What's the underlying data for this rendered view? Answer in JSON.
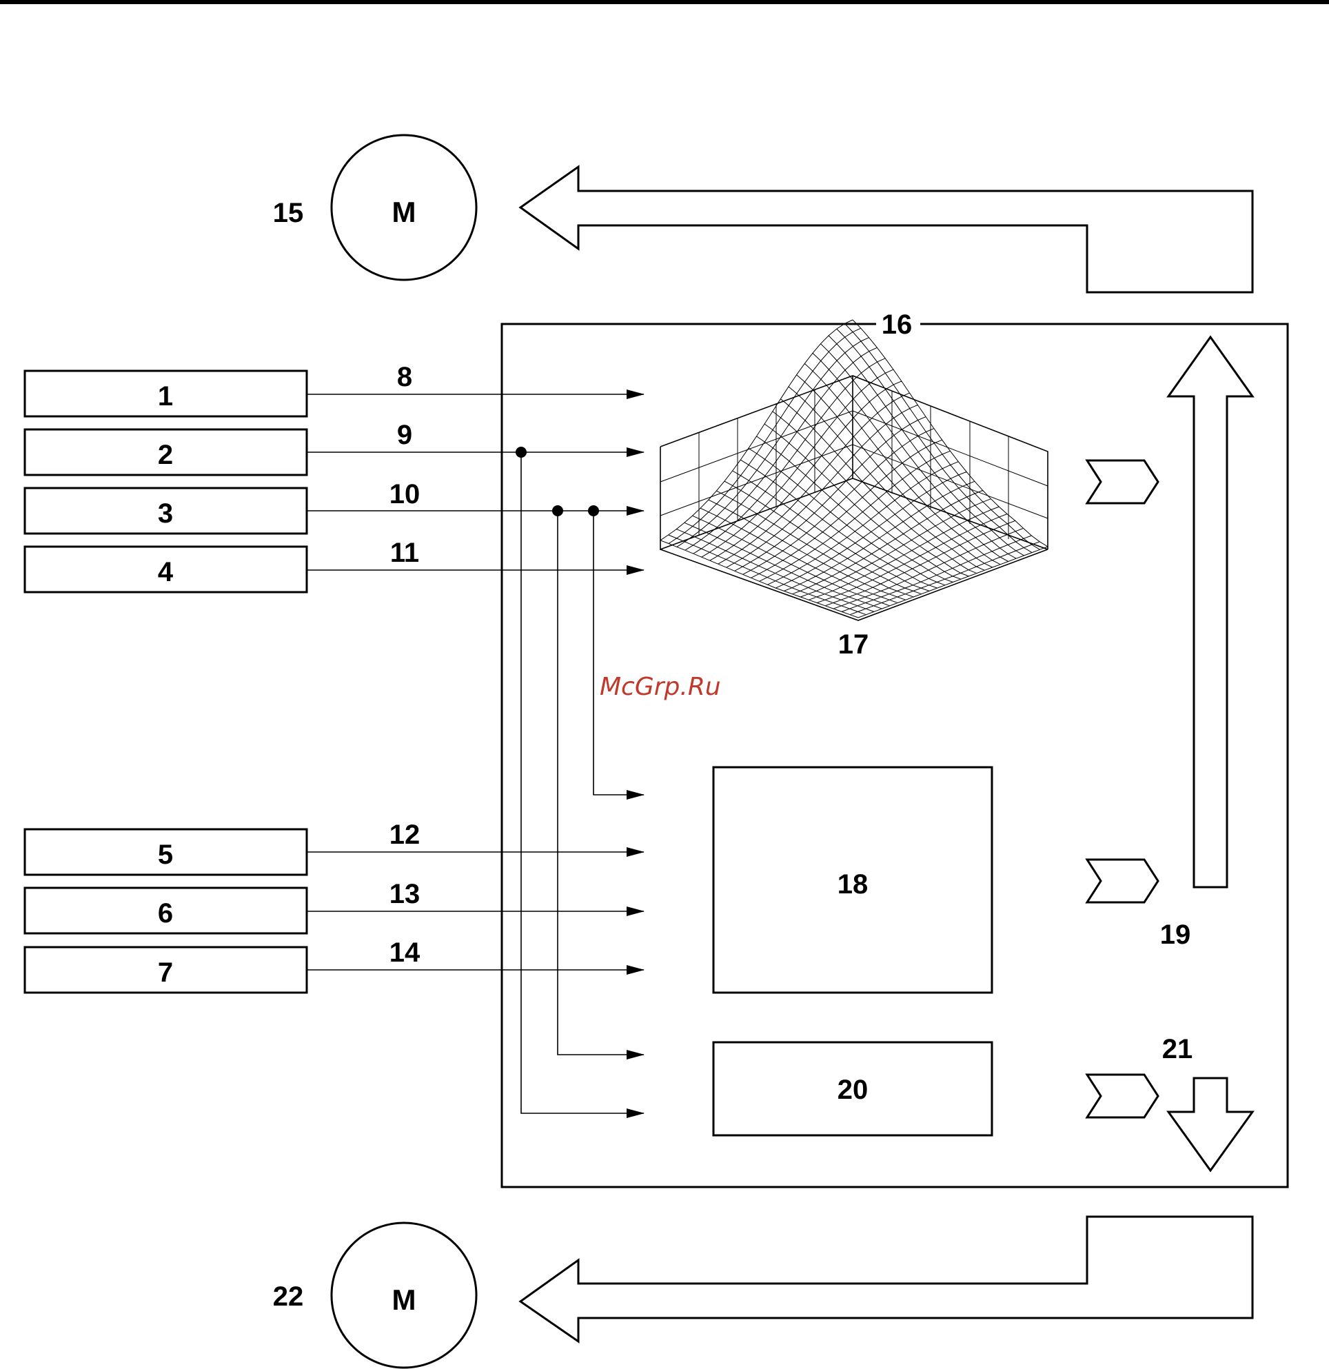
{
  "watermark": "McGrp.Ru",
  "motors": {
    "top": {
      "number": "15",
      "letter": "M"
    },
    "bottom": {
      "number": "22",
      "letter": "M"
    }
  },
  "inputs_top": [
    "1",
    "2",
    "3",
    "4"
  ],
  "inputs_bottom": [
    "5",
    "6",
    "7"
  ],
  "signal_labels_top": [
    "8",
    "9",
    "10",
    "11"
  ],
  "signal_labels_bottom": [
    "12",
    "13",
    "14"
  ],
  "control_unit": {
    "number": "16"
  },
  "map_label": "17",
  "block_18": "18",
  "block_20": "20",
  "output_up_label": "19",
  "output_down_label": "21"
}
